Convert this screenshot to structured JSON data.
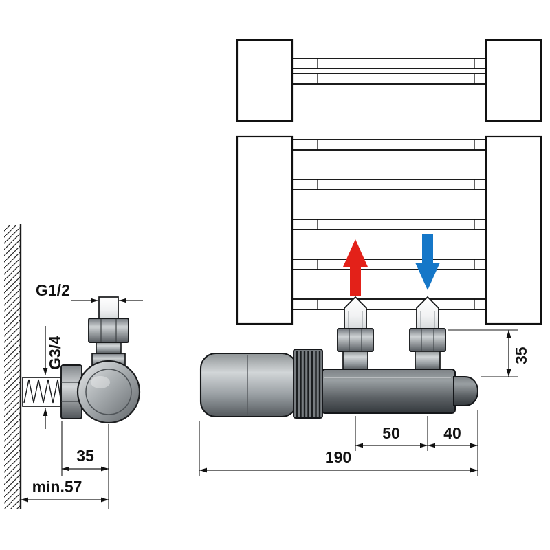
{
  "diagram": {
    "labels": {
      "thread_top": "G1/2",
      "thread_wall": "G3/4",
      "valve_offset": "35",
      "min_depth": "min.57",
      "connection_height": "35",
      "pipe_spacing": "50",
      "end_offset": "40",
      "total_length": "190"
    },
    "colors": {
      "flow_up": "#e32119",
      "flow_down": "#1577c8",
      "metal_light": "#c6cacc",
      "metal_mid": "#8a8f93",
      "metal_dark": "#3f4449",
      "line": "#1a1a1a"
    }
  }
}
